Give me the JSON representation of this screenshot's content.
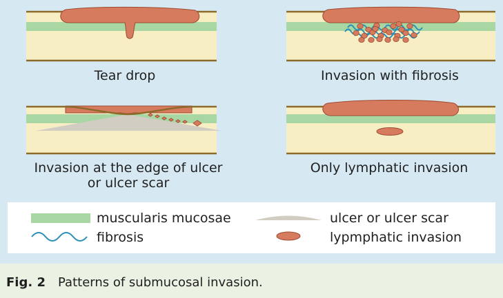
{
  "colors": {
    "background": "#d6e9f3",
    "submucosa": "#f8eec4",
    "muscularis": "#a8d7a4",
    "tumor": "#d77b5e",
    "tumor_edge": "#9c4a30",
    "fibrosis": "#2b8fb8",
    "ulcer": "#d2cdc3",
    "layer_line": "#8c6a2a",
    "caption_bg": "#eaf2e4"
  },
  "panels": [
    {
      "label_lines": [
        "Tear drop"
      ]
    },
    {
      "label_lines": [
        "Invasion with fibrosis"
      ]
    },
    {
      "label_lines": [
        "Invasion at the edge of ulcer",
        "or ulcer scar"
      ]
    },
    {
      "label_lines": [
        "Only lymphatic invasion"
      ]
    }
  ],
  "legend": {
    "items": [
      {
        "label": "muscularis mucosae",
        "icon": "green-band-icon"
      },
      {
        "label": "fibrosis",
        "icon": "wavy-line-icon"
      },
      {
        "label": "ulcer or ulcer scar",
        "icon": "ulcer-wedge-icon"
      },
      {
        "label": "lypmphatic invasion",
        "icon": "lymph-ellipse-icon"
      }
    ]
  },
  "caption": {
    "number": "Fig. 2",
    "text": "Patterns of submucosal invasion."
  }
}
